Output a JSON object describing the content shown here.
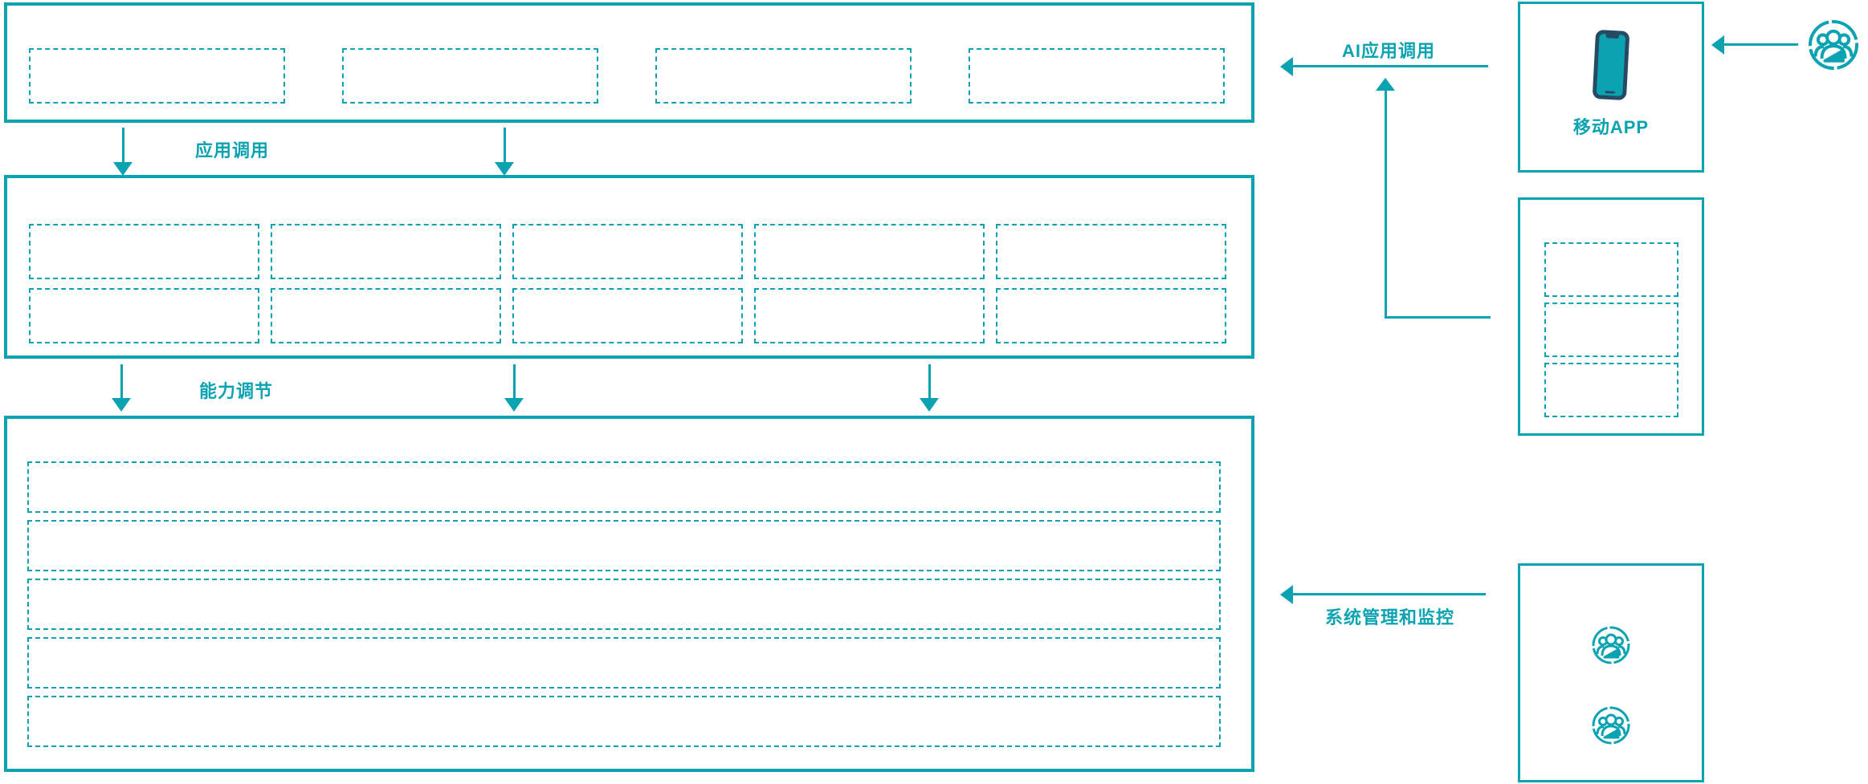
{
  "diagram": {
    "accent_color": "#0ba3b2",
    "phone_frame_color": "#264a63",
    "app_layer": {
      "placeholder_count": 4
    },
    "arrow_app_call": {
      "label": "应用调用",
      "direction": "down"
    },
    "capability_layer": {
      "placeholder_count": 10
    },
    "arrow_capability": {
      "label": "能力调节",
      "direction": "down"
    },
    "platform_layer": {
      "placeholder_count": 5
    },
    "arrow_ai_app_call": {
      "label": "AI应用调用",
      "direction": "left"
    },
    "arrow_system_monitor": {
      "label": "系统管理和监控",
      "direction": "left"
    },
    "mobile_app_panel": {
      "label": "移动APP",
      "icon": "smartphone-icon"
    },
    "gateway_panel": {
      "placeholder_count": 3
    },
    "monitor_panel": {
      "user_icon_count": 2,
      "icon": "users-icon"
    },
    "external_user": {
      "icon": "users-icon"
    }
  }
}
